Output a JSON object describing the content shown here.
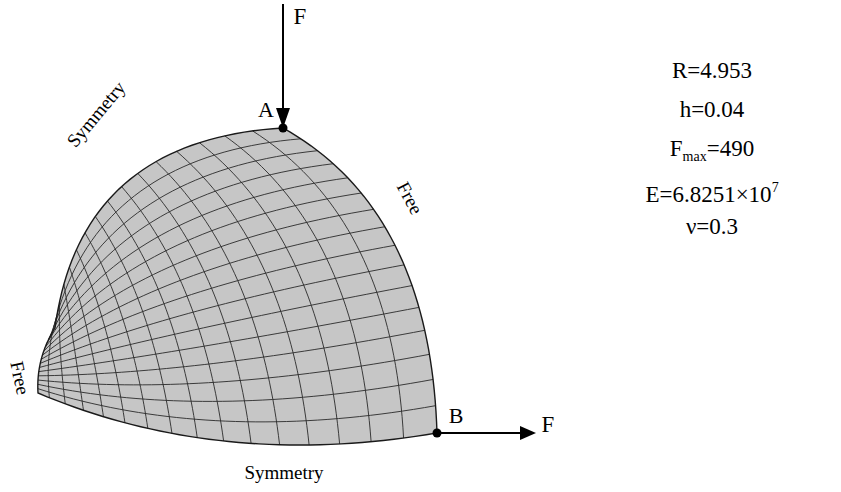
{
  "diagram": {
    "labels": [
      "F",
      "A",
      "Symmetry",
      "Free",
      "Free",
      "B",
      "F",
      "Symmetry",
      "R=4.953",
      "h=0.04",
      "F",
      "max",
      "=490",
      "E=6.8251×10",
      "7",
      "ν=0.3"
    ]
  }
}
